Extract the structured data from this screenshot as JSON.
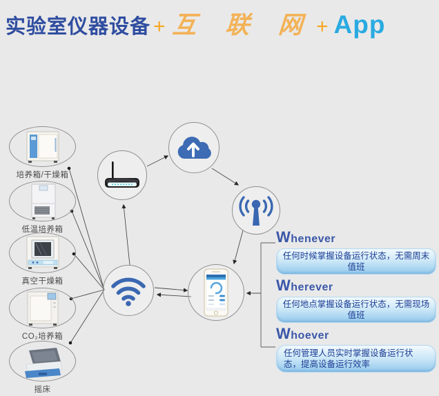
{
  "title": {
    "lab_equipment": "实验室仪器设备",
    "plus1": "+",
    "internet": "互 联 网",
    "plus2": "+",
    "app": "App"
  },
  "equipment": [
    {
      "label": "培养箱/干燥箱"
    },
    {
      "label": "低温培养箱"
    },
    {
      "label": "真空干燥箱"
    },
    {
      "label": "CO₂培养箱"
    },
    {
      "label": "摇床"
    }
  ],
  "network_nodes": [
    {
      "name": "wifi-icon"
    },
    {
      "name": "router-icon"
    },
    {
      "name": "cloud-upload-icon"
    },
    {
      "name": "signal-antenna-icon"
    },
    {
      "name": "mobile-app-phone"
    }
  ],
  "benefits": [
    {
      "title_cap": "W",
      "title_rest": "henever",
      "text": "任何时候掌握设备运行状态，无需周末值班"
    },
    {
      "title_cap": "W",
      "title_rest": "herever",
      "text": "任何地点掌握设备运行状态，无需现场值班"
    },
    {
      "title_cap": "W",
      "title_rest": "hoever",
      "text": "任何管理人员实时掌握设备运行状态，提高设备运行效率"
    }
  ],
  "colors": {
    "title_blue": "#2f4da0",
    "title_orange": "#f7a823",
    "internet_amber": "#f3b257",
    "app_cyan": "#29aae1",
    "icon_blue": "#3a67b2",
    "pill_text": "#1d3e94",
    "background": "#e9e9e9"
  }
}
